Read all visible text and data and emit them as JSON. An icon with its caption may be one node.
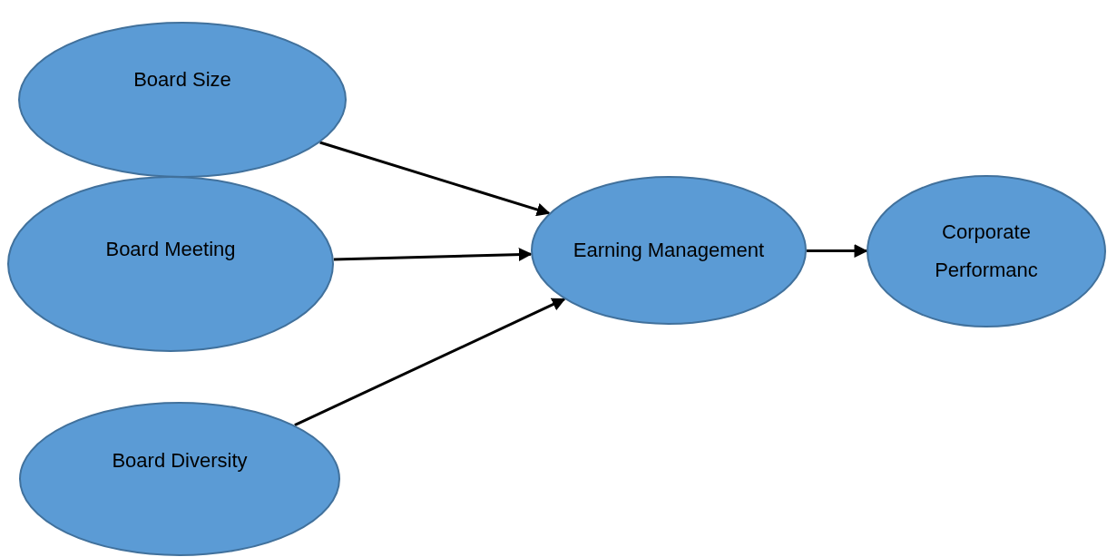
{
  "diagram": {
    "nodes": [
      {
        "text": [
          "Board Size"
        ]
      },
      {
        "text": [
          "Board Meeting"
        ]
      },
      {
        "text": [
          "Board Diversity"
        ]
      },
      {
        "text": [
          "Earning Management"
        ]
      },
      {
        "text": [
          "Corporate Performanc"
        ]
      }
    ],
    "edges": [
      {
        "from": 0,
        "to": 3,
        "arrow": "to"
      },
      {
        "from": 1,
        "to": 3,
        "arrow": "to"
      },
      {
        "from": 2,
        "to": 3,
        "arrow": "to"
      },
      {
        "from": 3,
        "to": 4,
        "arrow": "to"
      }
    ]
  }
}
